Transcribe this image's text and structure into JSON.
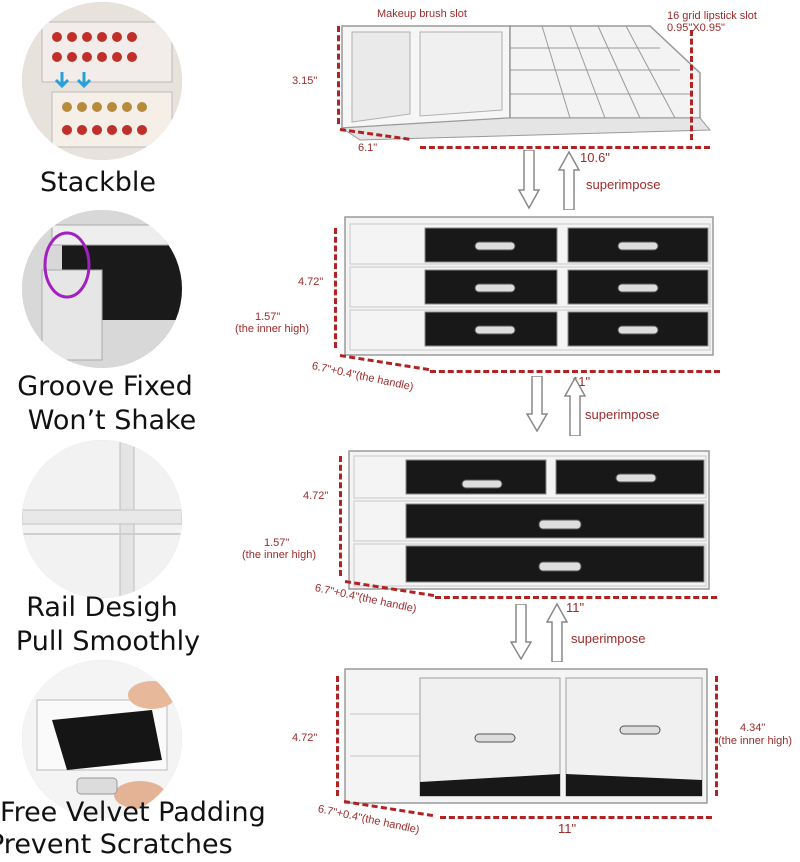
{
  "captions": {
    "stack": "Stackble",
    "groove_line1": "Groove Fixed",
    "groove_line2": "Won’t Shake",
    "rail_line1": "Rail Desigh",
    "rail_line2": "Pull Smoothly",
    "velvet_line1": "Free Velvet Padding",
    "velvet_line2": "Prevent Scratches"
  },
  "top_tray": {
    "brush_slot": "Makeup brush slot",
    "lipstick_slot": "16 grid lipstick slot",
    "lipstick_size": "0.95\"X0.95\"",
    "height": "3.15\"",
    "depth": "6.1\"",
    "width": "10.6\""
  },
  "tier2": {
    "height": "4.72\"",
    "inner": "1.57\"",
    "inner_note": "(the inner high)",
    "depth": "6.7\"+0.4\"(the handle)",
    "width": "11\""
  },
  "tier3": {
    "height": "4.72\"",
    "inner": "1.57\"",
    "inner_note": "(the inner high)",
    "depth": "6.7\"+0.4\"(the handle)",
    "width": "11\""
  },
  "tier4": {
    "height": "4.72\"",
    "inner": "4.34\"",
    "inner_note": "(the inner high)",
    "depth": "6.7\"+0.4\"(the handle)",
    "width": "11\""
  },
  "superimpose": [
    "superimpose",
    "superimpose",
    "superimpose"
  ],
  "icons": [
    "arrow-down-icon",
    "arrow-up-icon"
  ]
}
